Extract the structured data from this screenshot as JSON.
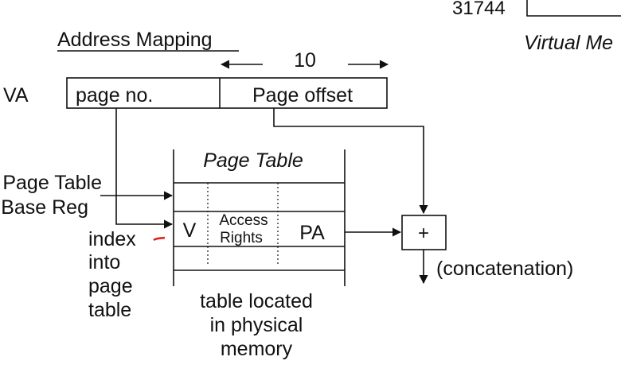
{
  "top_right": {
    "number": "31744",
    "virtual_memory_label": "Virtual Me"
  },
  "title": "Address Mapping",
  "va_label": "VA",
  "va_fields": {
    "page_no": "page no.",
    "page_offset": "Page offset",
    "offset_bits": "10"
  },
  "page_table": {
    "title": "Page Table",
    "entry": {
      "valid": "V",
      "access_rights_line1": "Access",
      "access_rights_line2": "Rights",
      "pa": "PA"
    }
  },
  "base_reg": {
    "line1": "Page Table",
    "line2": "Base Reg"
  },
  "index": [
    "index",
    "into",
    "page",
    "table"
  ],
  "adder_symbol": "+",
  "concatenation_label": "(concatenation)",
  "table_location": [
    "table located",
    "in physical",
    "memory"
  ],
  "colors": {
    "ink": "#111111",
    "annotation": "#e02020"
  }
}
